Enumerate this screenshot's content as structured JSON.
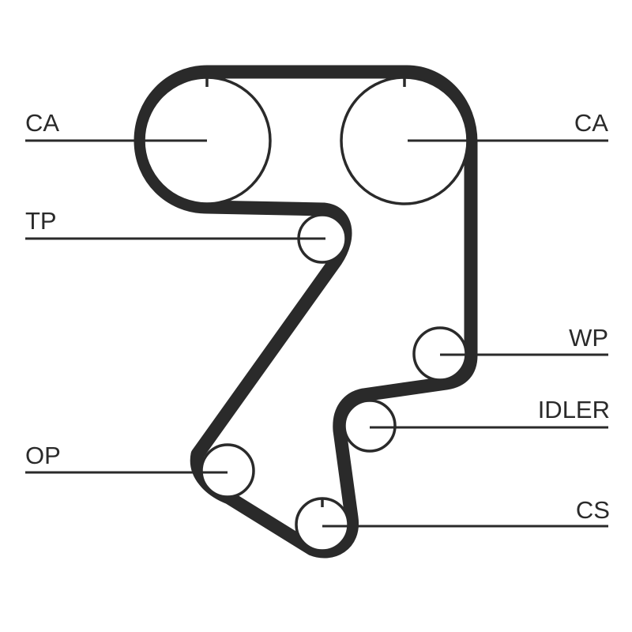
{
  "labels": {
    "cam_left": "CA",
    "cam_right": "CA",
    "tensioner": "TP",
    "water_pump": "WP",
    "idler": "IDLER",
    "oil_pump": "OP",
    "crankshaft": "CS"
  },
  "colors": {
    "line": "#2a2a2a",
    "background": "#ffffff"
  }
}
